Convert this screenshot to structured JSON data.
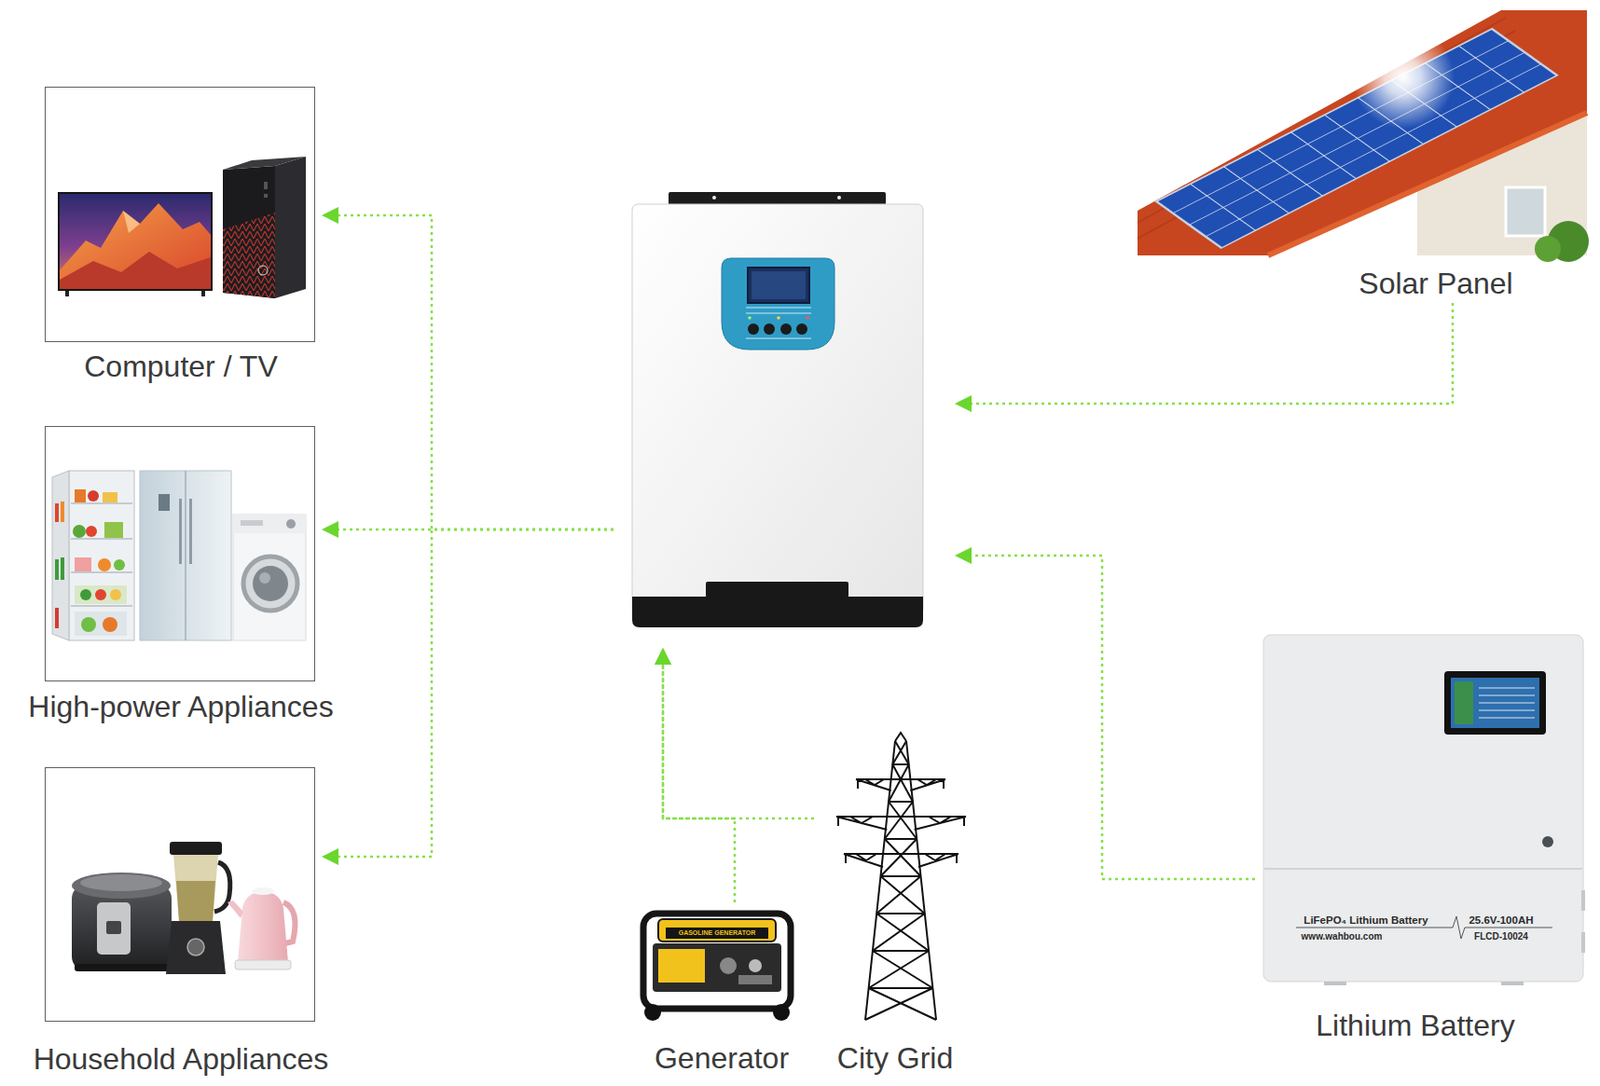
{
  "diagram": {
    "nodes": [
      {
        "text": [
          "Computer / TV"
        ]
      },
      {
        "text": []
      },
      {
        "text": [
          "Solar Panel"
        ]
      },
      {
        "text": [
          "High-power Appliances"
        ]
      },
      {
        "text": [
          "Lithium Battery"
        ]
      },
      {
        "text": [
          "Household Appliances"
        ]
      },
      {
        "text": [
          "Generator"
        ]
      },
      {
        "text": [
          "City Grid"
        ]
      }
    ],
    "edges": [
      {
        "from": 2,
        "to": 1,
        "arrow": "to"
      },
      {
        "from": 4,
        "to": 1,
        "arrow": "to"
      },
      {
        "from": 6,
        "to": 1,
        "arrow": "to"
      },
      {
        "from": 7,
        "to": 1,
        "arrow": "to"
      },
      {
        "from": 1,
        "to": 0,
        "arrow": "to"
      },
      {
        "from": 1,
        "to": 3,
        "arrow": "to"
      },
      {
        "from": 1,
        "to": 5,
        "arrow": "to"
      }
    ],
    "labels": [
      "LiFePO₄ Lithium Battery",
      "www.wahbou.com",
      "25.6V-100AH",
      "FLCD-10024",
      "GASOLINE GENERATOR"
    ]
  }
}
